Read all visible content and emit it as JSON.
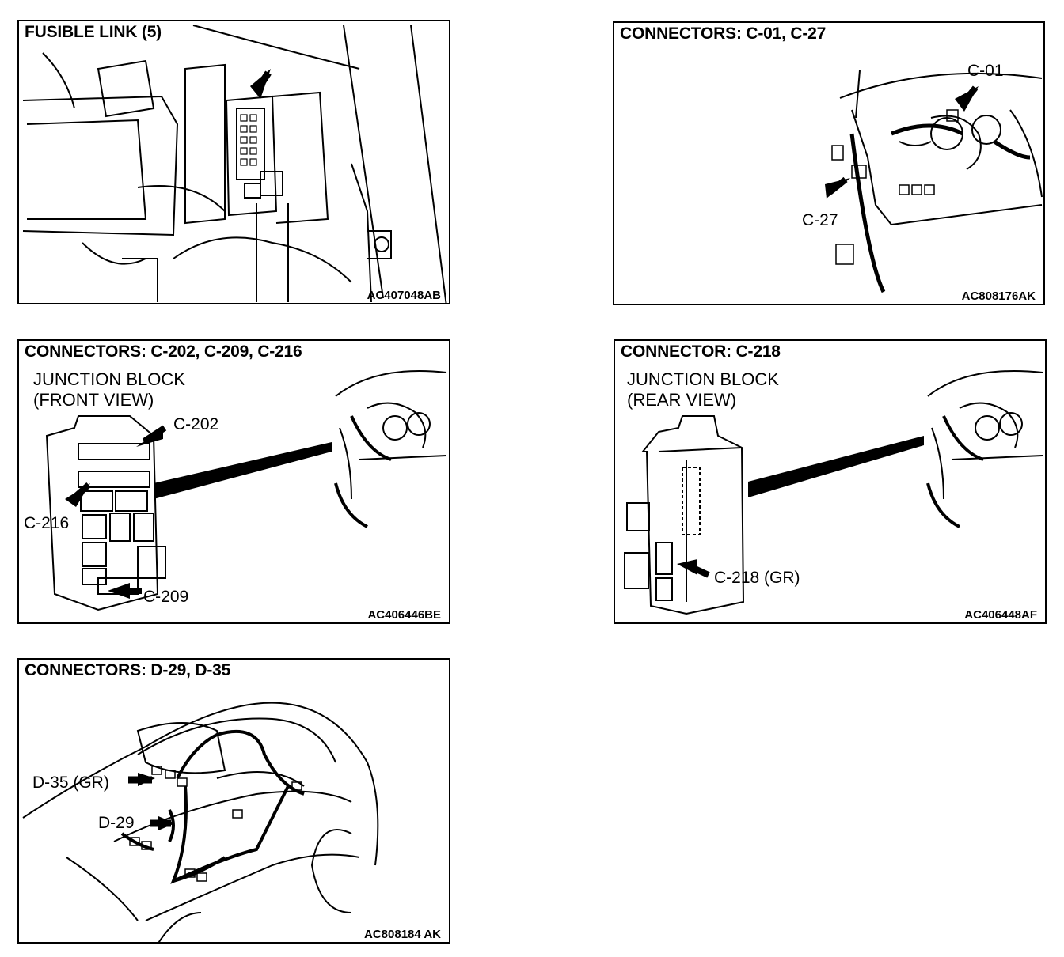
{
  "panels": {
    "fusible_link": {
      "title": "FUSIBLE LINK (5)",
      "code": "AC407048AB"
    },
    "c01_c27": {
      "title": "CONNECTORS: C-01, C-27",
      "code": "AC808176AK",
      "labels": {
        "c01": "C-01",
        "c27": "C-27"
      }
    },
    "c202_c209_c216": {
      "title": "CONNECTORS: C-202, C-209, C-216",
      "code": "AC406446BE",
      "subtitle_line1": "JUNCTION BLOCK",
      "subtitle_line2": "(FRONT VIEW)",
      "labels": {
        "c202": "C-202",
        "c216": "C-216",
        "c209": "C-209"
      }
    },
    "c218": {
      "title": "CONNECTOR: C-218",
      "code": "AC406448AF",
      "subtitle_line1": "JUNCTION BLOCK",
      "subtitle_line2": "(REAR VIEW)",
      "labels": {
        "c218": "C-218 (GR)"
      }
    },
    "d29_d35": {
      "title": "CONNECTORS: D-29, D-35",
      "code": "AC808184 AK",
      "labels": {
        "d35": "D-35 (GR)",
        "d29": "D-29"
      }
    }
  }
}
